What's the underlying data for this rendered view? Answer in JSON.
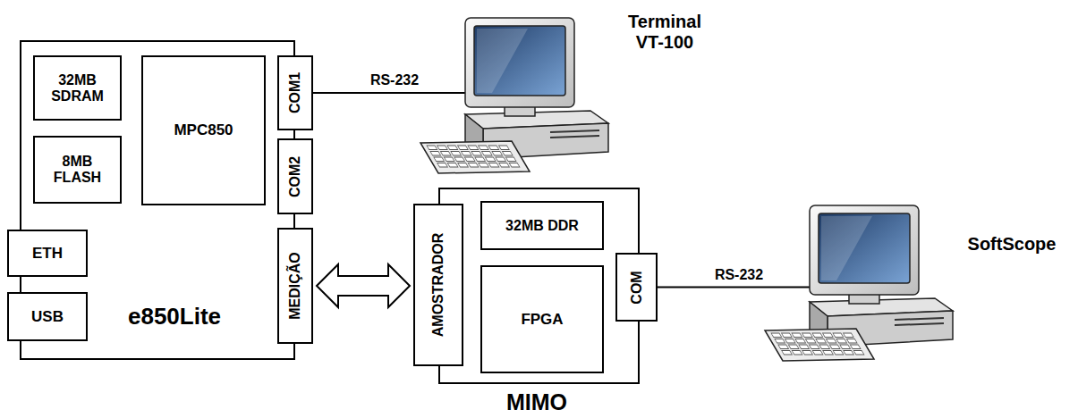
{
  "diagram": {
    "nodes": [
      {
        "text": [
          "e850Lite"
        ]
      },
      {
        "text": [
          "32MB SDRAM"
        ],
        "in": 0
      },
      {
        "text": [
          "8MB FLASH"
        ],
        "in": 0
      },
      {
        "text": [
          "MPC850"
        ],
        "in": 0
      },
      {
        "text": [
          "COM1"
        ],
        "in": 0
      },
      {
        "text": [
          "COM2"
        ],
        "in": 0
      },
      {
        "text": [
          "ETH"
        ],
        "in": 0
      },
      {
        "text": [
          "USB"
        ],
        "in": 0
      },
      {
        "text": [
          "MEDIÇÃO"
        ],
        "in": 0
      },
      {
        "text": [
          "Terminal VT-100"
        ]
      },
      {
        "text": [
          "MIMO"
        ]
      },
      {
        "text": [
          "AMOSTRADOR"
        ],
        "in": 10
      },
      {
        "text": [
          "32MB DDR"
        ],
        "in": 10
      },
      {
        "text": [
          "FPGA"
        ],
        "in": 10
      },
      {
        "text": [
          "COM"
        ],
        "in": 10
      },
      {
        "text": [
          "SoftScope"
        ]
      }
    ],
    "edges": [
      {
        "from": 4,
        "to": 9,
        "label": "RS-232",
        "arrow": "none"
      },
      {
        "from": 8,
        "to": 11,
        "arrow": "both"
      },
      {
        "from": 14,
        "to": 15,
        "label": "RS-232",
        "arrow": "none"
      }
    ]
  }
}
